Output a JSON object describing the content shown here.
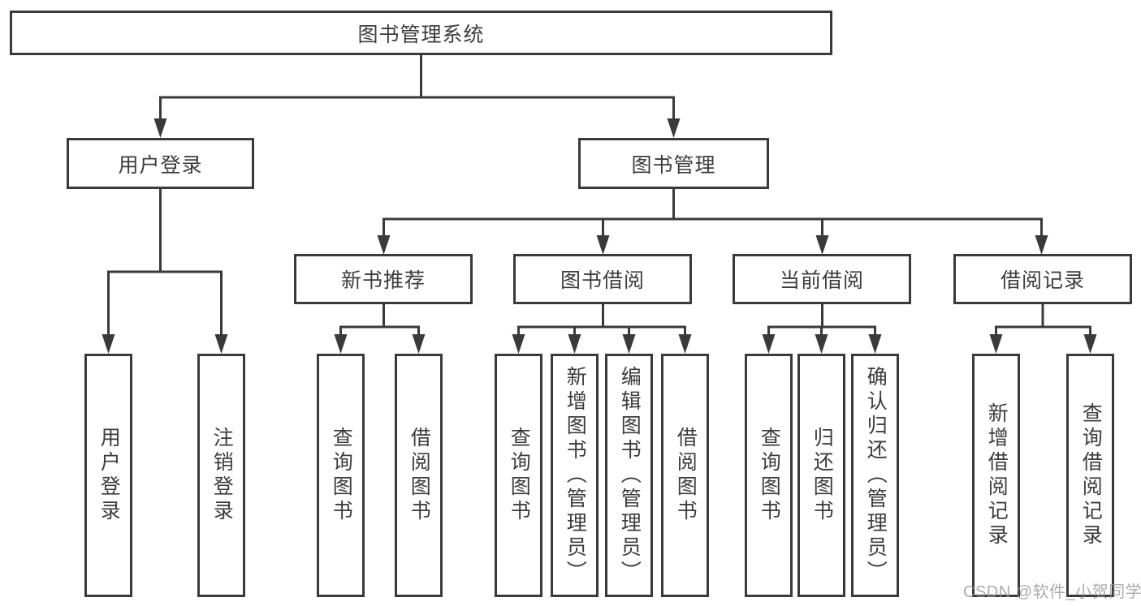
{
  "diagram": {
    "root": {
      "label": "图书管理系统"
    },
    "level2": [
      {
        "label": "用户登录"
      },
      {
        "label": "图书管理"
      }
    ],
    "level3": [
      {
        "label": "新书推荐"
      },
      {
        "label": "图书借阅"
      },
      {
        "label": "当前借阅"
      },
      {
        "label": "借阅记录"
      }
    ],
    "leaves": {
      "user_login": [
        {
          "label": "用户登录"
        },
        {
          "label": "注销登录"
        }
      ],
      "new_book": [
        {
          "label": "查询图书"
        },
        {
          "label": "借阅图书"
        }
      ],
      "book_borrow": [
        {
          "label": "查询图书"
        },
        {
          "label": "新增图书（管理员）"
        },
        {
          "label": "编辑图书（管理员）"
        },
        {
          "label": "借阅图书"
        }
      ],
      "current_borrow": [
        {
          "label": "查询图书"
        },
        {
          "label": "归还图书"
        },
        {
          "label": "确认归还（管理员）"
        }
      ],
      "borrow_records": [
        {
          "label": "新增借阅记录"
        },
        {
          "label": "查询借阅记录"
        }
      ]
    }
  },
  "watermark": {
    "text": "CSDN @软件_小贺同学"
  },
  "colors": {
    "line": "#3a3a3a",
    "text": "#3c3c3c",
    "watermark": "#969696",
    "background": "#ffffff"
  }
}
